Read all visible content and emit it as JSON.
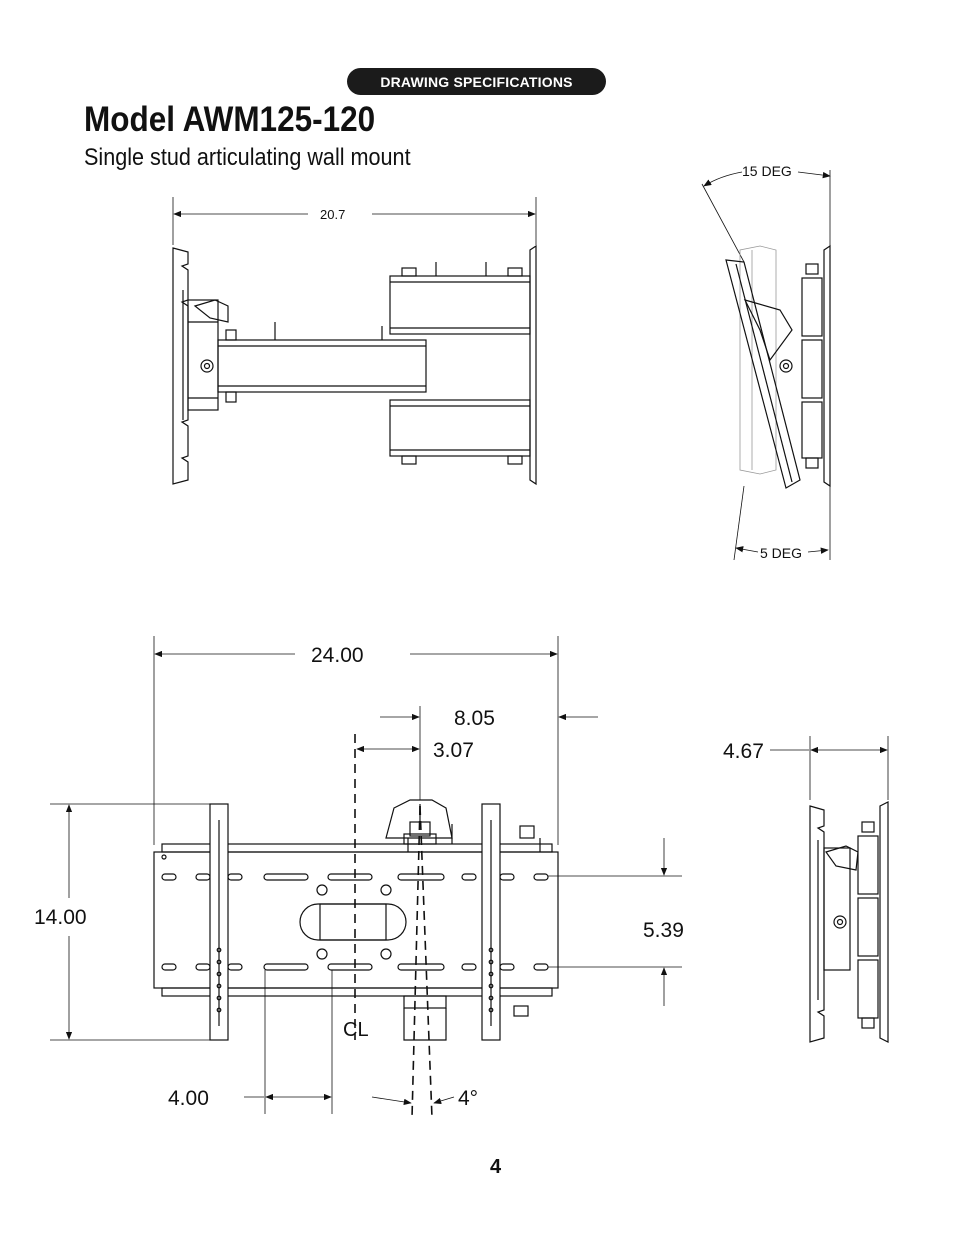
{
  "header": {
    "section_label": "DRAWING SPECIFICATIONS",
    "title": "Model AWM125-120",
    "subtitle": "Single stud articulating wall mount"
  },
  "top_view": {
    "depth_label": "20.7"
  },
  "tilt_view": {
    "up_angle_label": "15 DEG",
    "down_angle_label": "5 DEG"
  },
  "front_view": {
    "width_label": "24.00",
    "offset_label": "8.05",
    "center_offset_label": "3.07",
    "height_label": "14.00",
    "slot_spacing_label": "5.39",
    "slot_width_label": "4.00",
    "centerline_label": "CL",
    "swivel_angle_label": "4°"
  },
  "side_view": {
    "profile_label": "4.67"
  },
  "footer": {
    "page_number": "4"
  }
}
